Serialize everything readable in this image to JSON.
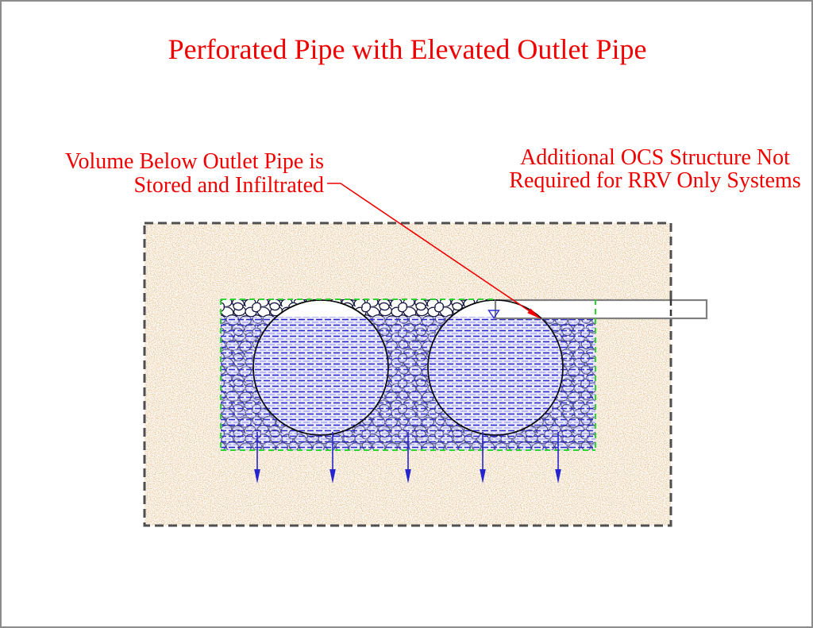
{
  "title": "Perforated Pipe with Elevated Outlet Pipe",
  "annotations": {
    "volume_note": {
      "line1": "Volume Below Outlet Pipe is",
      "line2": "Stored and Infiltrated"
    },
    "ocs_note": {
      "line1": "Additional OCS Structure Not",
      "line2": "Required for RRV Only Systems"
    }
  },
  "diagram": {
    "components": {
      "soil_region": "native soil hatch",
      "trench_region": "stone storage trench",
      "pipes": [
        "left perforated pipe",
        "right perforated pipe"
      ],
      "outlet_pipe": "elevated outlet pipe",
      "water_surface_marker": "water surface symbol",
      "infiltration_arrows_count": 5
    },
    "colors": {
      "annotation_red": "#f00000",
      "trench_outline_green": "#2ed52e",
      "water_blue": "#2121cd",
      "water_light_blue": "#9a9af0",
      "soil_brown": "#ba6e2e",
      "soil_border_gray": "#4f4f4f",
      "outlet_pipe_gray": "#7f7f7f",
      "canvas_border_gray": "#8c8c8c"
    }
  }
}
